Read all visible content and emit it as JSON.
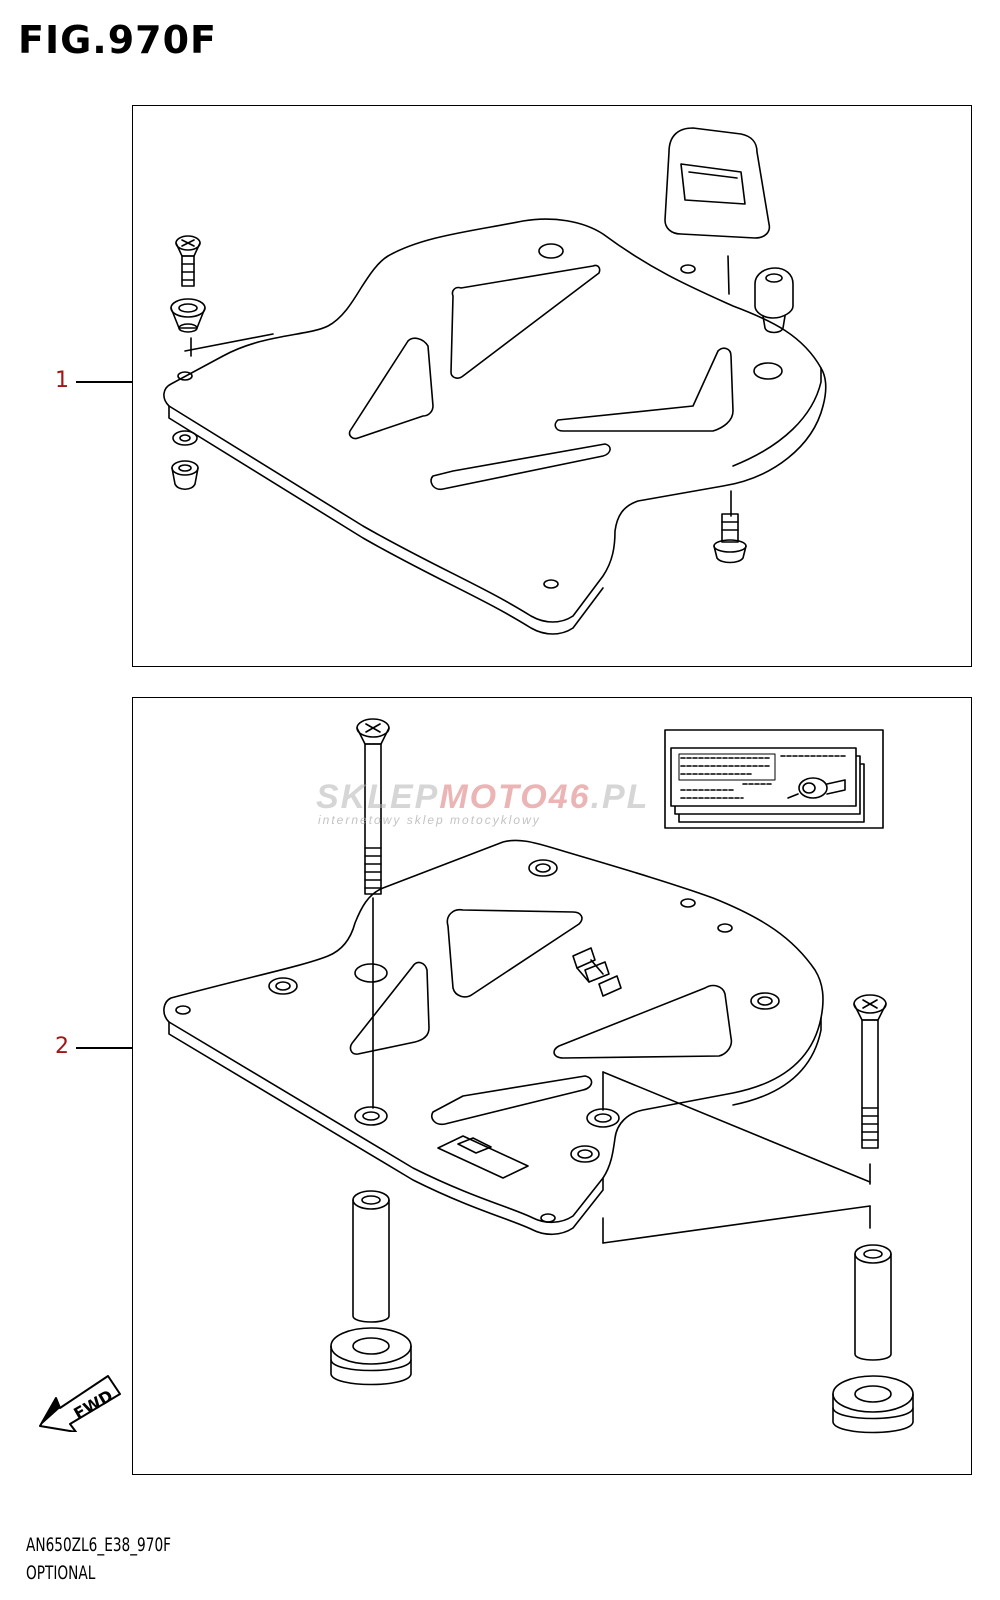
{
  "figure": {
    "title": "FIG.970F"
  },
  "callouts": [
    {
      "label": "1"
    },
    {
      "label": "2"
    }
  ],
  "watermark": {
    "main_a": "SKLEP",
    "main_b": "MOTO",
    "main_c": "46",
    "main_d": ".PL",
    "sub": "internetowy sklep motocyklowy"
  },
  "direction_marker": {
    "label": "FWD"
  },
  "footer": {
    "model_code": "AN650ZL6_E38_970F",
    "section": "OPTIONAL"
  },
  "colors": {
    "callout": "#a31515",
    "line": "#000000"
  },
  "icons": [
    "fwd-arrow-icon",
    "suzuki-logo-icon",
    "key-icon"
  ]
}
